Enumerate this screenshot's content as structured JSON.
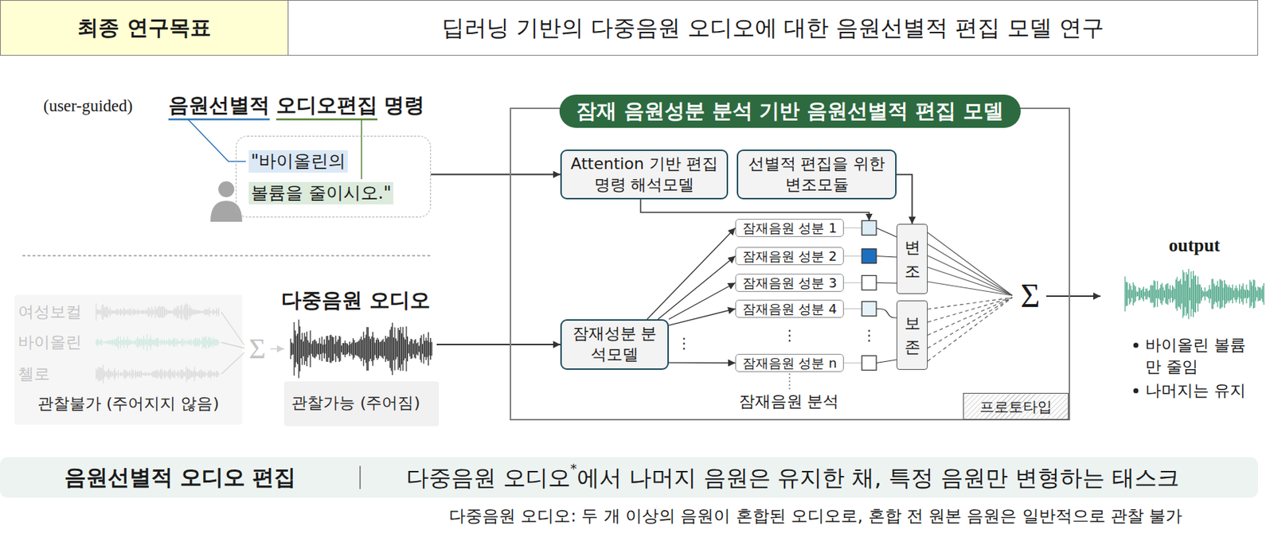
{
  "diagram": {
    "nodes": [
      {
        "text": [
          "최종 연구목표"
        ]
      },
      {
        "text": [
          "딥러닝 기반의 다중음원 오디오에 대한 음원선별적 편집 모델 연구"
        ]
      },
      {
        "text": [
          "\"바이올린의",
          "볼륨을 줄이시오.\""
        ]
      },
      {
        "text": [
          "여성보컬",
          "바이올린",
          "첼로",
          "관찰불가 (주어지지 않음)"
        ]
      },
      {
        "text": [
          "다중음원 오디오",
          "관찰가능 (주어짐)"
        ]
      },
      {
        "text": [
          "잠재 음원성분 분석 기반 음원선별적 편집 모델"
        ]
      },
      {
        "text": [
          "Attention 기반 편집명령 해석모델"
        ],
        "in": 5
      },
      {
        "text": [
          "선별적 편집을 위한 변조모듈"
        ],
        "in": 5
      },
      {
        "text": [
          "잠재성분 분석모델"
        ],
        "in": 5
      },
      {
        "text": [
          "잠재음원 성분 1"
        ],
        "in": 5
      },
      {
        "text": [
          "잠재음원 성분 2"
        ],
        "in": 5
      },
      {
        "text": [
          "잠재음원 성분 3"
        ],
        "in": 5
      },
      {
        "text": [
          "잠재음원 성분 4"
        ],
        "in": 5
      },
      {
        "text": [
          "잠재음원 성분 n"
        ],
        "in": 5
      },
      {
        "text": [
          "변조"
        ],
        "in": 5
      },
      {
        "text": [
          "보존"
        ],
        "in": 5
      },
      {
        "text": [
          "프로토타입"
        ],
        "in": 5
      },
      {
        "text": [
          "음원선별적 오디오 편집",
          "다중음원 오디오",
          "*",
          "에서 나머지 음원은 유지한 채, 특정 음원만 변형하는 태스크"
        ]
      }
    ],
    "edges": [
      {
        "from": 2,
        "to": 6,
        "arrow": "to"
      },
      {
        "from": 4,
        "to": 8,
        "arrow": "to"
      },
      {
        "from": 7,
        "to": 14,
        "arrow": "to"
      },
      {
        "from": 8,
        "to": 9,
        "arrow": "to"
      },
      {
        "from": 8,
        "to": 10,
        "arrow": "to"
      },
      {
        "from": 8,
        "to": 11,
        "arrow": "to"
      },
      {
        "from": 8,
        "to": 12,
        "arrow": "to"
      },
      {
        "from": 8,
        "to": 13,
        "arrow": "to"
      }
    ],
    "labels": [
      "(user-guided)",
      "음원선별적",
      "오디오편집",
      "명령",
      "Σ",
      "⋮",
      "⋮",
      "⋮",
      "Σ",
      "output",
      "바이올린 볼륨만 줄임",
      "나머지는 유지",
      "잠재음원 분석",
      "다중음원 오디오: 두 개 이상의 음원이 혼합된 오디오로, 혼합 전 원본 음원은 일반적으로 관찰 불가"
    ]
  }
}
